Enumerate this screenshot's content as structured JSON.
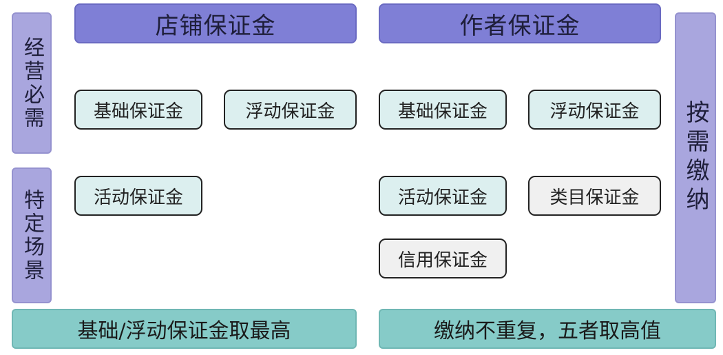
{
  "headers": {
    "store": "店铺保证金",
    "author": "作者保证金"
  },
  "side_labels": {
    "business_required": "经营必需",
    "specific_scenario": "特定场景",
    "on_demand": "按需缴纳"
  },
  "store_items": {
    "basic": "基础保证金",
    "floating": "浮动保证金",
    "activity": "活动保证金"
  },
  "author_items": {
    "basic": "基础保证金",
    "floating": "浮动保证金",
    "activity": "活动保证金",
    "category": "类目保证金",
    "credit": "信用保证金"
  },
  "footers": {
    "store_rule": "基础/浮动保证金取最高",
    "author_rule": "缴纳不重复，五者取高值"
  },
  "colors": {
    "header_fill": "#7f7fd6",
    "side_fill": "#a9a6de",
    "item_teal": "#dcefef",
    "item_gray": "#f0f0f0",
    "footer_fill": "#86cbc8"
  }
}
